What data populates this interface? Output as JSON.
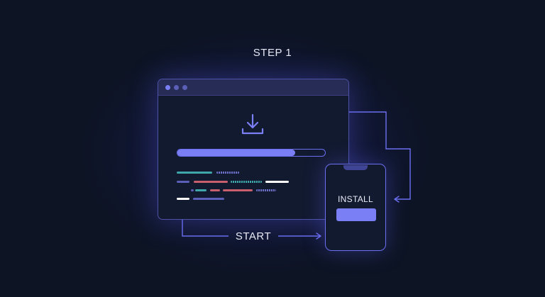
{
  "step_label": "STEP 1",
  "start_label": "START",
  "phone": {
    "label": "INSTALL"
  },
  "browser": {
    "progress": 0.8
  },
  "icons": {
    "download": "download-icon",
    "arrow": "arrow-icon"
  },
  "colors": {
    "background": "#0d1424",
    "accent": "#7b7ff5",
    "panel": "#121a30",
    "border": "#4d52a6",
    "teal": "#3fa7a9",
    "red": "#c85f6d",
    "white": "#ffffff",
    "purple": "#5b5fb8"
  }
}
